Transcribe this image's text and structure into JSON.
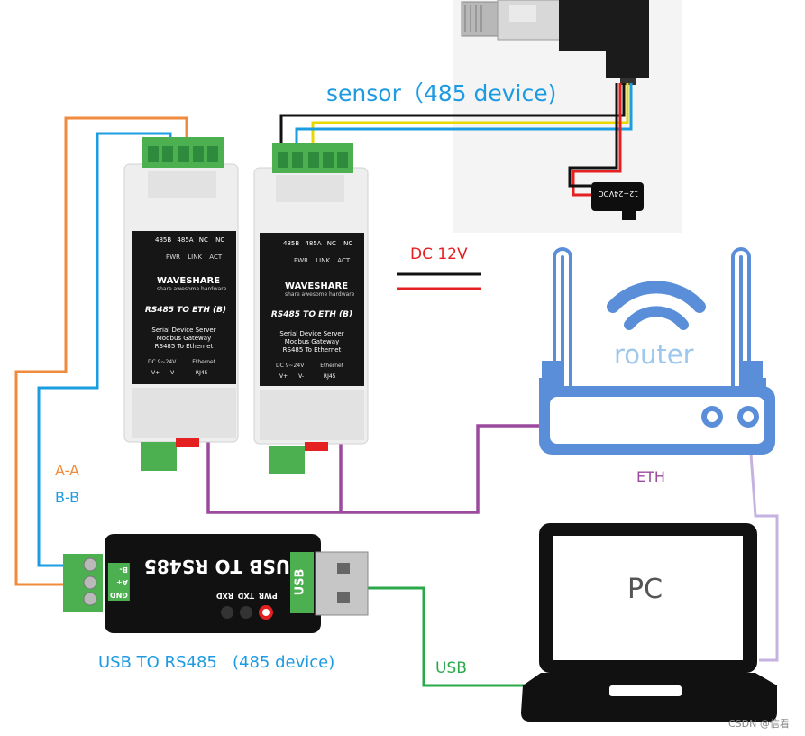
{
  "labels": {
    "sensor": "sensor（485 device)",
    "dc12v": "DC 12V",
    "router": "router",
    "eth": "ETH",
    "pc": "PC",
    "aa": "A-A",
    "bb": "B-B",
    "usb_rs485_caption": "USB TO RS485   (485 device)",
    "usb": "USB",
    "watermark": "CSDN @信看"
  },
  "modules": [
    {
      "terminals": [
        "485B",
        "485A",
        "NC",
        "NC"
      ],
      "leds": [
        "PWR",
        "LINK",
        "ACT"
      ],
      "brand": "WAVESHARE",
      "tagline": "share awesome hardware",
      "model": "RS485 TO ETH (B)",
      "desc": [
        "Serial Device Server",
        "Modbus Gateway",
        "RS485 To Ethernet"
      ],
      "power": "DC 9~24V",
      "ethernet": "Ethernet",
      "bottom_pins": [
        "V+",
        "V-",
        "RJ45"
      ]
    },
    {
      "terminals": [
        "485B",
        "485A",
        "NC",
        "NC"
      ],
      "leds": [
        "PWR",
        "LINK",
        "ACT"
      ],
      "brand": "WAVESHARE",
      "tagline": "share awesome hardware",
      "model": "RS485 TO ETH (B)",
      "desc": [
        "Serial Device Server",
        "Modbus Gateway",
        "RS485 To Ethernet"
      ],
      "power": "DC 9~24V",
      "ethernet": "Ethernet",
      "bottom_pins": [
        "V+",
        "V-",
        "RJ45"
      ]
    }
  ],
  "usb_dongle": {
    "title": "USB TO RS485",
    "pins": [
      "B-",
      "A+",
      "GND"
    ],
    "leds": [
      "PWR",
      "TXD",
      "RXD"
    ],
    "usb_text": "USB"
  },
  "sensor_plug": {
    "text": "12~24VDC"
  },
  "colors": {
    "orange": "#f08a3c",
    "blue": "#1a9ee0",
    "purple": "#9b4a9e",
    "lavender": "#c4b3e0",
    "green": "#2aa84a",
    "router_blue": "#5a8ed8",
    "label_blue": "#1d9be2",
    "red": "#e52020",
    "module_black": "#161616"
  }
}
